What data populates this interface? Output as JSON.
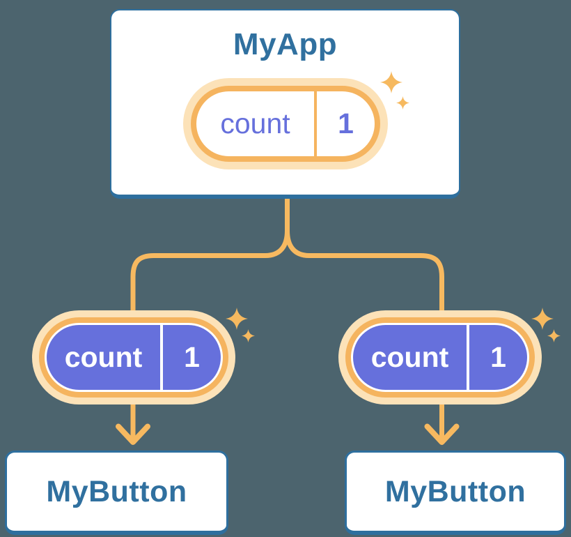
{
  "background": "#4C646E",
  "colors": {
    "card_background": "#FFFFFF",
    "card_border_blue": "#2E6F9E",
    "title_text_blue": "#30709F",
    "connector_orange": "#F7B960",
    "pill_ring_orange": "#F5B45F",
    "pill_glow_peach": "#FCE2B8",
    "pill_purple": "#6670DC",
    "sparkle_orange": "#F6B95F"
  },
  "diagram": {
    "description": "React component tree passing state down as props",
    "root": {
      "title": "MyApp",
      "state": {
        "name": "count",
        "value": "1"
      }
    },
    "children": [
      {
        "title": "MyButton",
        "prop": {
          "name": "count",
          "value": "1"
        }
      },
      {
        "title": "MyButton",
        "prop": {
          "name": "count",
          "value": "1"
        }
      }
    ]
  }
}
